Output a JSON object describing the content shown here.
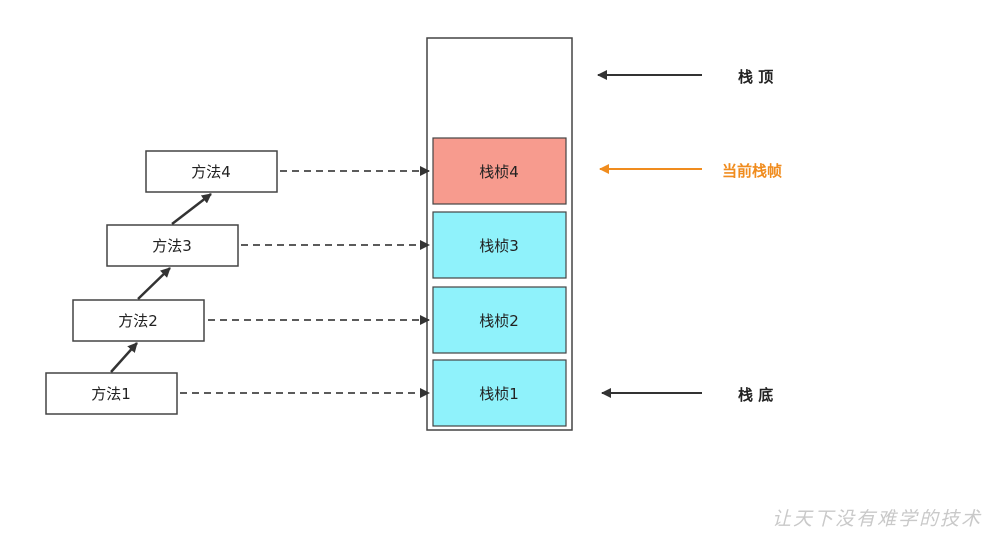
{
  "methods": [
    {
      "label": "方法1"
    },
    {
      "label": "方法2"
    },
    {
      "label": "方法3"
    },
    {
      "label": "方法4"
    }
  ],
  "frames": [
    {
      "label": "栈桢1",
      "color": "#8ff2fb"
    },
    {
      "label": "栈桢2",
      "color": "#8ff2fb"
    },
    {
      "label": "栈桢3",
      "color": "#8ff2fb"
    },
    {
      "label": "栈桢4",
      "color": "#f79b8e"
    }
  ],
  "labels": {
    "stack_top": "栈 顶",
    "current_frame": "当前栈帧",
    "stack_bottom": "栈 底"
  },
  "colors": {
    "current_accent": "#f08c1e",
    "frame_normal": "#8ff2fb",
    "frame_current": "#f79b8e",
    "line": "#333333"
  },
  "watermark": "让天下没有难学的技术"
}
